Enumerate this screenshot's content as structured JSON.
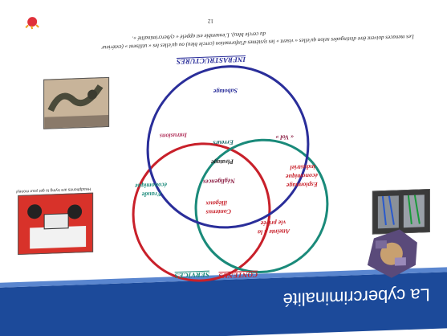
{
  "slide": {
    "title": "La cybercriminalité",
    "page_number": "12",
    "footnote_line1": "Les menaces doivent être distinguées selon qu'elles « visent » les systèmes d'information (cercle bleu) ou qu'elles les « utilisent » (extérieur",
    "footnote_line2": "du cercle bleu). L'ensemble est appelé « cybercriminalité ».",
    "photo_caption": "Headphones are trying to get your money!"
  },
  "venn": {
    "infra_label": "INFRASTRUCTURES",
    "contenus_label": "CONTENUS",
    "services_label": "SERVICES",
    "items": {
      "sabotage": "Sabotage",
      "intrusions": "Intrusions",
      "erreurs": "Erreurs",
      "vol": "« Vol »",
      "piratage": "Piratage",
      "espionnage1": "Espionnage",
      "espionnage2": "économique",
      "espionnage3": "industriel",
      "fraude1": "Fraude",
      "fraude2": "économique",
      "negligences": "Négligences",
      "contenus_illegaux1": "Contenus",
      "contenus_illegaux2": "illégaux",
      "atteinte1": "Atteinte à la",
      "atteinte2": "vie privée"
    }
  },
  "colors": {
    "infra": "#2a2e9a",
    "contenus": "#c8202a",
    "services": "#1a8a7a",
    "band": "#1c4a9a",
    "text_dark": "#222222"
  },
  "icons": [
    "logo-badge-icon"
  ]
}
